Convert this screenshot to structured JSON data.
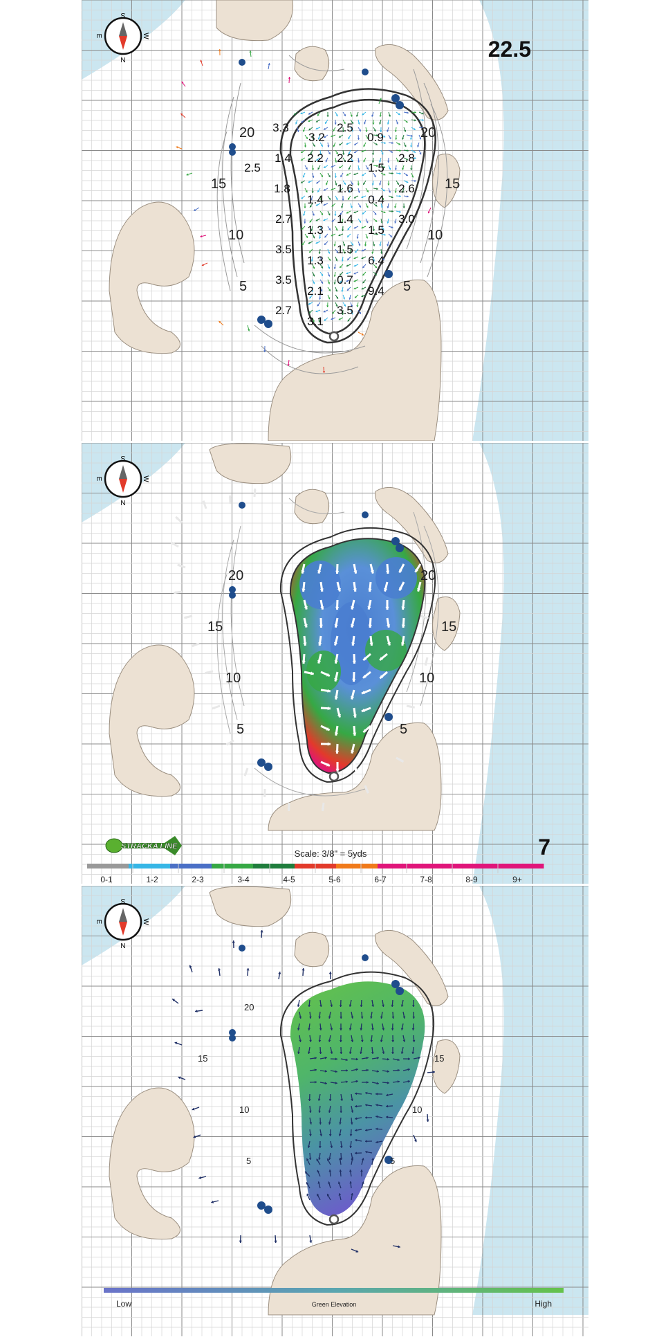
{
  "colors": {
    "water": "#cbe6f0",
    "sand": "#ece1d3",
    "sand_stroke": "#9b8f80",
    "grid_minor": "#d4d4d4",
    "grid_major": "#8a8a8a",
    "contour": "#9a9a9a",
    "tree": "#1f4d8c",
    "green_outline": "#333333",
    "slope_legend": [
      "#999999",
      "#36b6e6",
      "#4a6fc6",
      "#36a844",
      "#1f7d3c",
      "#e23a2a",
      "#f07a1a",
      "#e0157a",
      "#e0157a",
      "#e0157a",
      "#e0157a"
    ],
    "elevation_low": "#6a73c9",
    "elevation_high": "#65c24a",
    "vector_arrow": "#1f2f66"
  },
  "panel_top": {
    "hole_yardage": "22.5",
    "compass": {
      "north": "N",
      "south": "S",
      "east": "E",
      "west": "W"
    },
    "distance_labels": [
      "20",
      "20",
      "15",
      "15",
      "10",
      "10",
      "5",
      "5"
    ],
    "slope_values": [
      "3.3",
      "3.2",
      "2.5",
      "0.9",
      "1.4",
      "2.2",
      "2.2",
      "1.5",
      "2.8",
      "2.5",
      "1.8",
      "1.4",
      "1.6",
      "0.4",
      "2.6",
      "2.7",
      "1.3",
      "1.4",
      "1.5",
      "3.0",
      "3.5",
      "1.3",
      "1.5",
      "6.4",
      "3.5",
      "2.1",
      "0.7",
      "9.4",
      "2.7",
      "3.1",
      "3.5"
    ]
  },
  "panel_middle": {
    "compass": {
      "north": "N",
      "south": "S",
      "east": "E",
      "west": "W"
    },
    "distance_labels": [
      "20",
      "20",
      "15",
      "15",
      "10",
      "10",
      "5",
      "5"
    ],
    "brand": "STRACKA LINE",
    "scale_text": "Scale: 3/8\" = 5yds",
    "hole_number": "7",
    "slope_legend": [
      "0-1",
      "1-2",
      "2-3",
      "3-4",
      "4-5",
      "5-6",
      "6-7",
      "7-8",
      "8-9",
      "9+"
    ]
  },
  "panel_bottom": {
    "compass": {
      "north": "N",
      "south": "S",
      "east": "E",
      "west": "W"
    },
    "distance_labels": [
      "20",
      "15",
      "15",
      "10",
      "10",
      "5",
      "5"
    ],
    "legend_low": "Low",
    "legend_title": "Green Elevation",
    "legend_high": "High"
  }
}
